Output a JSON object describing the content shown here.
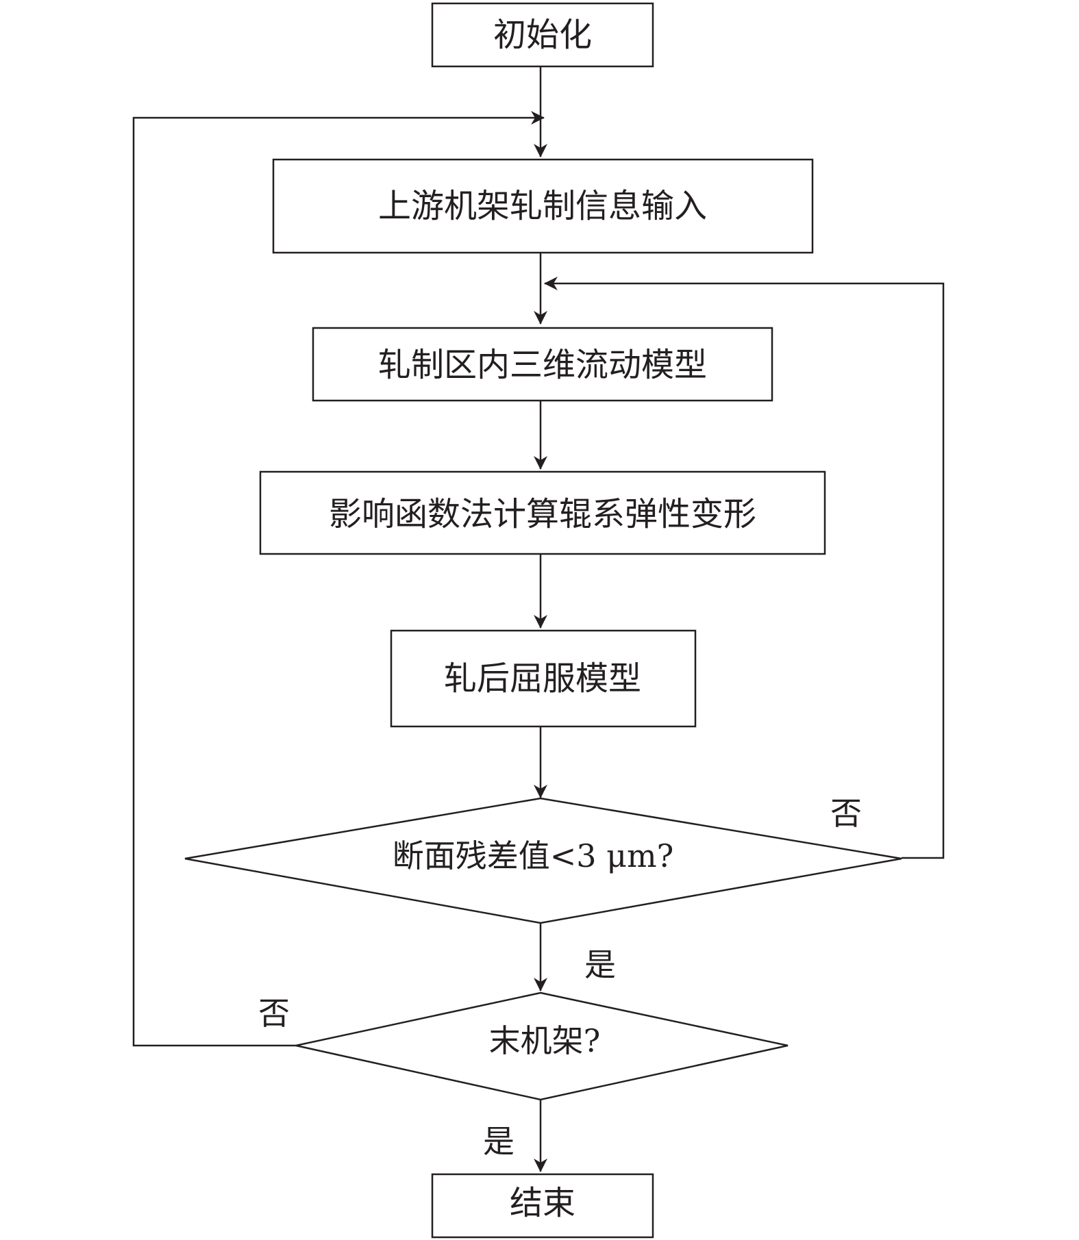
{
  "flowchart": {
    "steps": {
      "init": "初始化",
      "upstream_input": "上游机架轧制信息输入",
      "flow_model": "轧制区内三维流动模型",
      "roll_deformation": "影响函数法计算辊系弹性变形",
      "buckling_model": "轧后屈服模型",
      "end": "结束"
    },
    "decisions": {
      "residual_check": "断面残差值<3 μm?",
      "last_stand": "末机架?"
    },
    "branch_labels": {
      "residual_no": "否",
      "residual_yes": "是",
      "last_stand_no": "否",
      "last_stand_yes": "是"
    }
  }
}
